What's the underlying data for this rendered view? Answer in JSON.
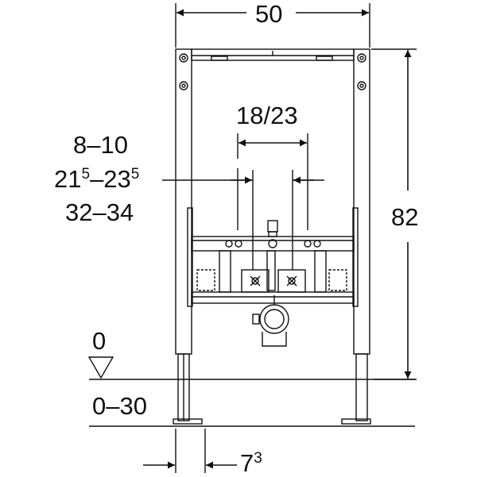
{
  "dimensions": {
    "width": "50",
    "height": "82",
    "hole_spacing": "18/23",
    "connection_heights": {
      "first": "8–10",
      "second_base": "21",
      "second_sup": "5",
      "second_dash": "–23",
      "second_sup2": "5",
      "third": "32–34"
    },
    "floor_level": "0",
    "floor_range": "0–30",
    "foot_offset_base": "7",
    "foot_offset_sup": "3"
  },
  "colors": {
    "line": "#111111",
    "background": "#ffffff"
  }
}
